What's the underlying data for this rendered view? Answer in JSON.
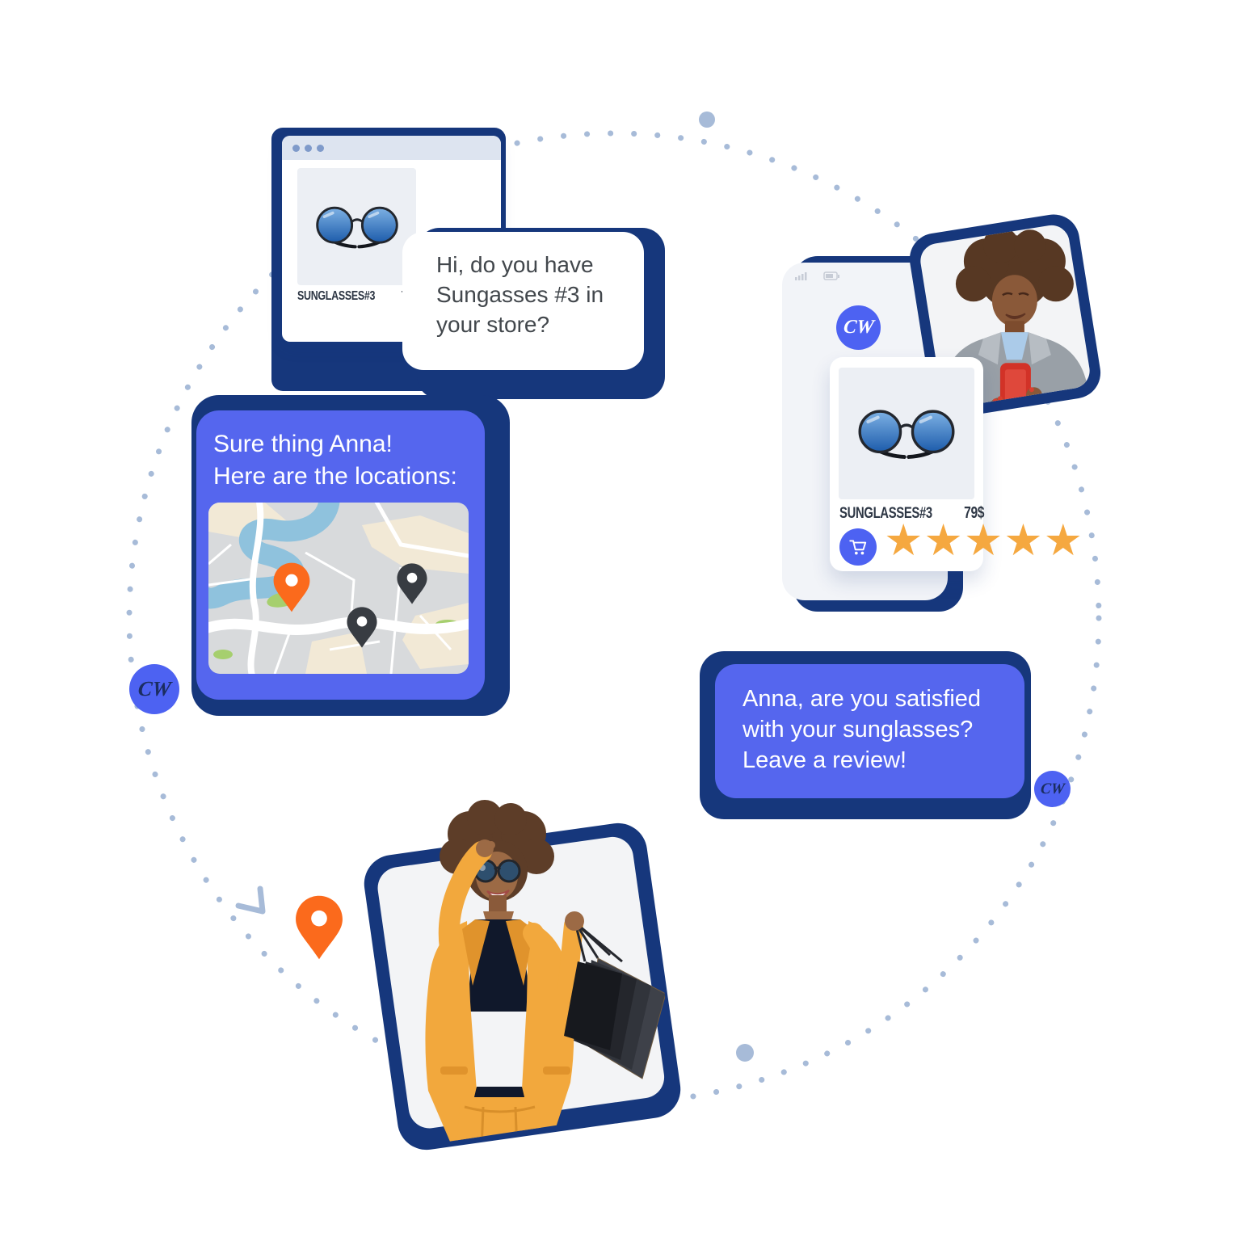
{
  "brand": {
    "initials": "CW"
  },
  "colors": {
    "accent": "#5566ee",
    "badge": "#4d62f2",
    "navy": "#16377c",
    "orange": "#fb6a1c",
    "star": "#f5a840",
    "dot": "#a7bbd8",
    "bubble_text": "#42474c",
    "titlebar": "#dde4f0",
    "titlebar_dot": "#7f9aca",
    "phone_bg": "#f2f4f8",
    "photo_bg": "#f3f4f6",
    "image_bg": "#eceff4",
    "label_ink": "#2e3745"
  },
  "browser": {
    "product_name": "SUNGLASSES#3",
    "product_price": "79$"
  },
  "chat_customer": {
    "line1": "Hi, do you have",
    "line2": "Sungasses #3 in",
    "line3": "your store?"
  },
  "locations_card": {
    "line1": "Sure thing Anna!",
    "line2": "Here are the locations:"
  },
  "phone": {
    "product_name": "SUNGLASSES#3",
    "product_price": "79$",
    "rating": 5
  },
  "review_bubble": {
    "line1": "Anna, are you satisfied",
    "line2": "with your sunglasses?",
    "line3": "Leave a review!"
  }
}
